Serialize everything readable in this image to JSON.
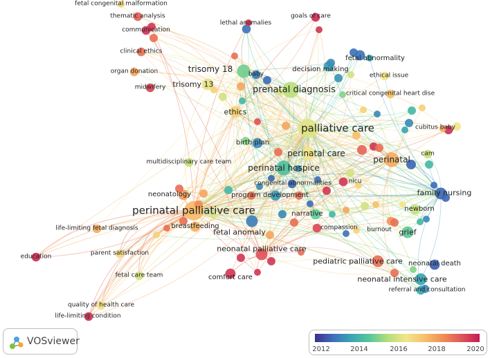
{
  "app": {
    "name": "VOSviewer"
  },
  "legend": {
    "colors": [
      "#3b2f8f",
      "#3f6fb8",
      "#3aa6b4",
      "#58c79a",
      "#b6df7a",
      "#f2e58b",
      "#f7c06b",
      "#f08d56",
      "#e05559",
      "#c21e55"
    ],
    "ticks": [
      "2012",
      "2014",
      "2016",
      "2018",
      "2020"
    ]
  },
  "nodes": [
    {
      "id": "palliative-care",
      "label": "palliative care",
      "year": 2016.2,
      "weight": 10
    },
    {
      "id": "perinatal-palliative-care",
      "label": "perinatal palliative care",
      "year": 2017.6,
      "weight": 10
    },
    {
      "id": "prenatal-diagnosis",
      "label": "prenatal diagnosis",
      "year": 2015.6,
      "weight": 8
    },
    {
      "id": "perinatal-hospice",
      "label": "perinatal hospice",
      "year": 2014.3,
      "weight": 7
    },
    {
      "id": "perinatal",
      "label": "perinatal",
      "year": 2017.9,
      "weight": 7
    },
    {
      "id": "perinatal-care",
      "label": "perinatal care",
      "year": 2016.5,
      "weight": 6
    },
    {
      "id": "trisomy-18",
      "label": "trisomy 18",
      "year": 2014.8,
      "weight": 6
    },
    {
      "id": "trisomy-13",
      "label": "trisomy 13",
      "year": 2016.3,
      "weight": 5
    },
    {
      "id": "ethics",
      "label": "ethics",
      "year": 2017.0,
      "weight": 5
    },
    {
      "id": "fetal-anomaly",
      "label": "fetal anomaly",
      "year": 2012.8,
      "weight": 5
    },
    {
      "id": "neonatal-palliative-care",
      "label": "neonatal palliative care",
      "year": 2019.5,
      "weight": 5
    },
    {
      "id": "pediatric-palliative-care",
      "label": "pediatric palliative care",
      "year": 2019.0,
      "weight": 5
    },
    {
      "id": "neonatal-intensive-care",
      "label": "neonatal intensive care",
      "year": 2013.5,
      "weight": 5
    },
    {
      "id": "grief",
      "label": "grief",
      "year": 2014.6,
      "weight": 5
    },
    {
      "id": "newborn",
      "label": "newborn",
      "year": 2015.8,
      "weight": 4
    },
    {
      "id": "family-nursing",
      "label": "family nursing",
      "year": 2012.4,
      "weight": 5
    },
    {
      "id": "fetal-abnormality",
      "label": "fetal abnormality",
      "year": 2012.6,
      "weight": 4
    },
    {
      "id": "decision-making",
      "label": "decision making",
      "year": 2013.4,
      "weight": 4
    },
    {
      "id": "ethical-issue",
      "label": "ethical issue",
      "year": 2016.5,
      "weight": 3
    },
    {
      "id": "critical-congenital-heart-dise",
      "label": "critical congenital heart dise",
      "year": 2017.5,
      "weight": 3
    },
    {
      "id": "cubitus-baby",
      "label": "cubitus baby",
      "year": 2020.1,
      "weight": 3
    },
    {
      "id": "cam",
      "label": "cam",
      "year": 2015.9,
      "weight": 3
    },
    {
      "id": "nicu",
      "label": "nicu",
      "year": 2020.0,
      "weight": 3
    },
    {
      "id": "birth-plan",
      "label": "birth plan",
      "year": 2013.0,
      "weight": 4
    },
    {
      "id": "multidisciplinary-care-team",
      "label": "multidisciplinary care team",
      "year": 2015.7,
      "weight": 3
    },
    {
      "id": "congenital-abnormalities",
      "label": "congenital abnormalities",
      "year": 2012.4,
      "weight": 3
    },
    {
      "id": "program-development",
      "label": "program development",
      "year": 2013.3,
      "weight": 4
    },
    {
      "id": "neonatology",
      "label": "neonatology",
      "year": 2018.2,
      "weight": 4
    },
    {
      "id": "narrative",
      "label": "narrative",
      "year": 2014.6,
      "weight": 4
    },
    {
      "id": "breastfeeding",
      "label": "breastfeeding",
      "year": 2017.8,
      "weight": 4
    },
    {
      "id": "compassion",
      "label": "compassion",
      "year": 2019.7,
      "weight": 3
    },
    {
      "id": "burnout",
      "label": "burnout",
      "year": 2018.3,
      "weight": 3
    },
    {
      "id": "neonatal-death",
      "label": "neonatal death",
      "year": 2012.3,
      "weight": 4
    },
    {
      "id": "comfort-care",
      "label": "comfort care",
      "year": 2020.0,
      "weight": 4
    },
    {
      "id": "referral-and-consultation",
      "label": "referral and consultation",
      "year": 2013.6,
      "weight": 3
    },
    {
      "id": "life-limiting-fetal-diagnosis",
      "label": "life-limiting fetal diagnosis",
      "year": 2017.9,
      "weight": 3
    },
    {
      "id": "education",
      "label": "education",
      "year": 2020.2,
      "weight": 3
    },
    {
      "id": "parent-satisfaction",
      "label": "parent satisfaction",
      "year": 2016.8,
      "weight": 3
    },
    {
      "id": "fetal-care-team",
      "label": "fetal care team",
      "year": 2016.0,
      "weight": 3
    },
    {
      "id": "quality-of-health-care",
      "label": "quality of health care",
      "year": 2016.6,
      "weight": 3
    },
    {
      "id": "life-limiting-condition",
      "label": "life-limiting condition",
      "year": 2020.1,
      "weight": 3
    },
    {
      "id": "lethal-anomalies",
      "label": "lethal anomalies",
      "year": 2012.6,
      "weight": 3
    },
    {
      "id": "goals-of-care",
      "label": "goals of care",
      "year": 2020.2,
      "weight": 3
    },
    {
      "id": "baby",
      "label": "baby",
      "year": 2012.7,
      "weight": 3
    },
    {
      "id": "fetal-congenital-malformation",
      "label": "fetal congenital malformation",
      "year": 2016.8,
      "weight": 2
    },
    {
      "id": "thematic-analysis",
      "label": "thematic analysis",
      "year": 2019.3,
      "weight": 3
    },
    {
      "id": "communication",
      "label": "communication",
      "year": 2020.1,
      "weight": 3
    },
    {
      "id": "clinical-ethics",
      "label": "clinical ethics",
      "year": 2019.0,
      "weight": 3
    },
    {
      "id": "organ-donation",
      "label": "organ donation",
      "year": 2018.0,
      "weight": 3
    },
    {
      "id": "midwifery",
      "label": "midwifery",
      "year": 2019.8,
      "weight": 3
    }
  ]
}
